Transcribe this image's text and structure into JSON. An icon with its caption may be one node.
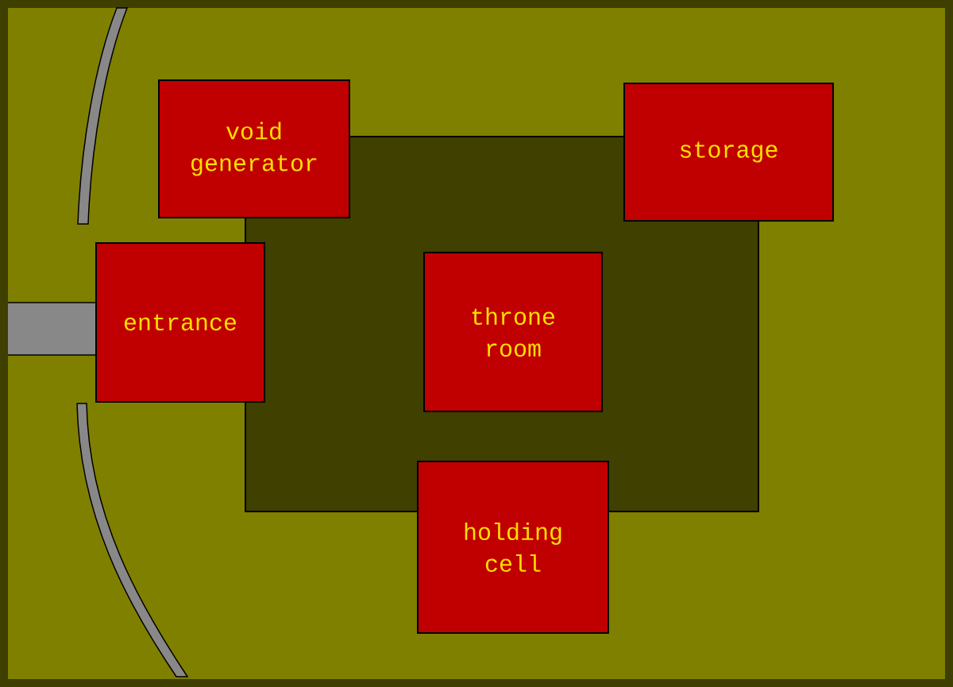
{
  "diagram": {
    "nodes": [
      {
        "text": [
          "void generator"
        ]
      },
      {
        "text": [
          "storage"
        ]
      },
      {
        "text": [
          "entrance"
        ]
      },
      {
        "text": [
          "throne room"
        ]
      },
      {
        "text": [
          "holding cell"
        ]
      }
    ]
  }
}
